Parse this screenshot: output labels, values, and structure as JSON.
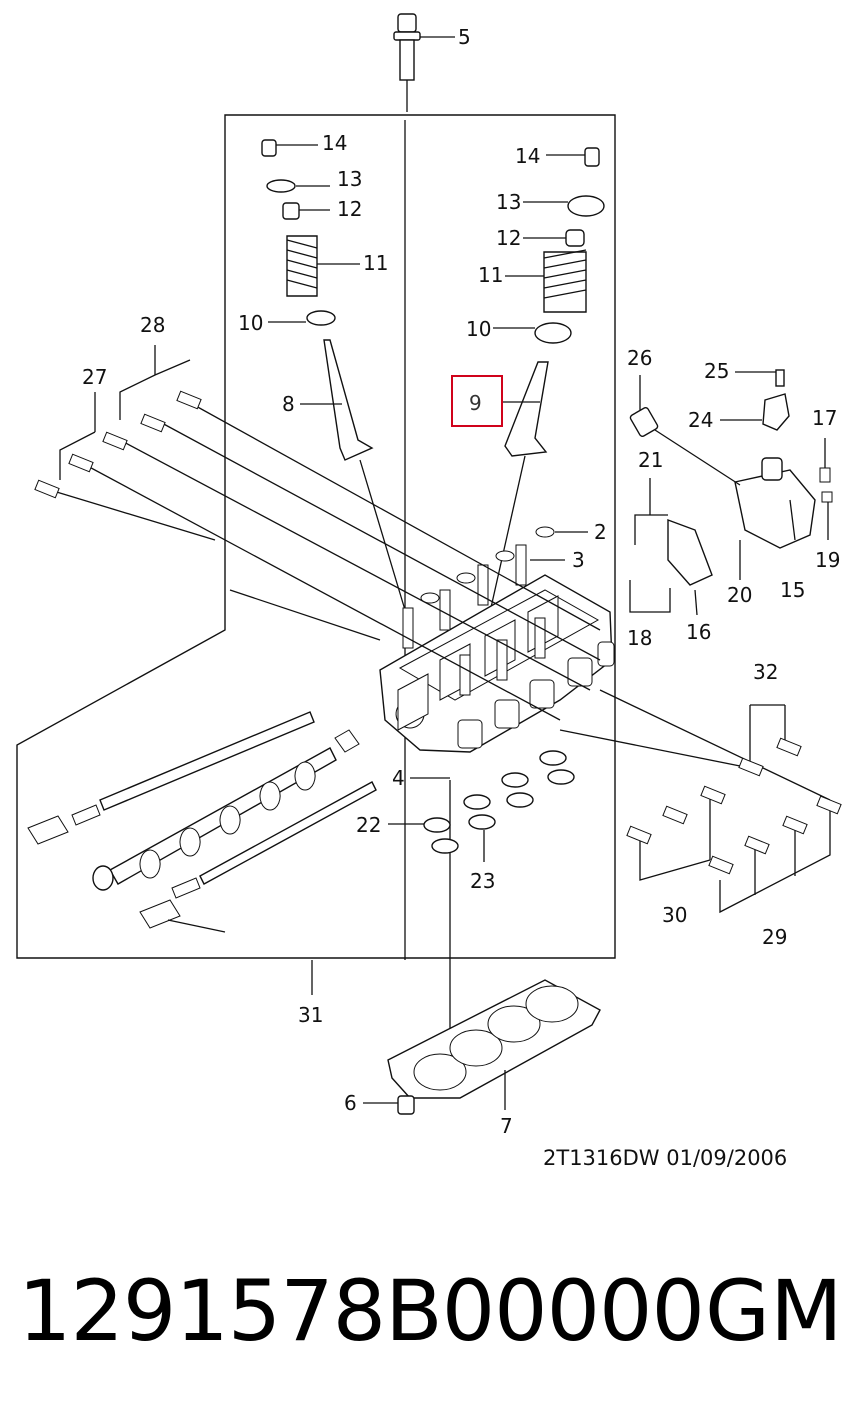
{
  "callouts": {
    "c2": "2",
    "c3": "3",
    "c4": "4",
    "c5": "5",
    "c6": "6",
    "c7": "7",
    "c8": "8",
    "c9": "9",
    "c10a": "10",
    "c10b": "10",
    "c11a": "11",
    "c11b": "11",
    "c12a": "12",
    "c12b": "12",
    "c13a": "13",
    "c13b": "13",
    "c14a": "14",
    "c14b": "14",
    "c15": "15",
    "c16": "16",
    "c17": "17",
    "c18": "18",
    "c19": "19",
    "c20": "20",
    "c21": "21",
    "c22": "22",
    "c23": "23",
    "c24": "24",
    "c25": "25",
    "c26": "26",
    "c27": "27",
    "c28": "28",
    "c29": "29",
    "c30": "30",
    "c31": "31",
    "c32": "32"
  },
  "highlighted_callout": "9",
  "highlight_color": "#d0021b",
  "footer": {
    "drawing_code": "2T1316DW  01/09/2006"
  },
  "part": {
    "number": "1291578B00000",
    "brand": "GM"
  }
}
